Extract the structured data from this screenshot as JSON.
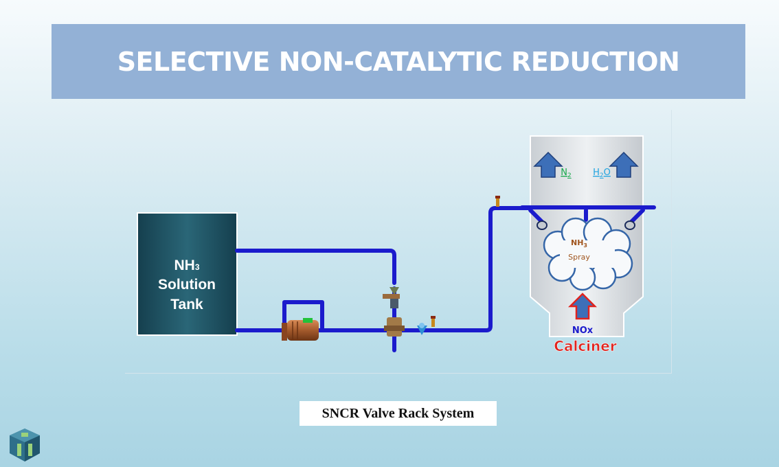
{
  "title": "SELECTIVE NON-CATALYTIC REDUCTION",
  "tank": {
    "line1": "NH",
    "sub": "3",
    "line2": "Solution",
    "line3": "Tank"
  },
  "calciner": {
    "label": "Calciner",
    "n2": {
      "main": "N",
      "sub": "2"
    },
    "h2o": {
      "pre": "H",
      "sub": "2",
      "post": "O"
    },
    "spray": {
      "main": "NH",
      "sub": "3",
      "line2": "Spray"
    },
    "nox": "NOx"
  },
  "caption": "SNCR Valve Rack System",
  "colors": {
    "pipe": "#1b1bcc",
    "tank": "#1d4f60",
    "banner": "#93b1d6",
    "calciner_label": "#e0231e",
    "n2": "#17a84b",
    "h2o": "#1fa4e0",
    "spray": "#a0551e",
    "nox": "#1b1bcc",
    "arrow_up": "#3d6fb8",
    "arrow_nox": "#e0231e"
  },
  "icons": [
    "pump-icon",
    "valve-icon",
    "flow-meter-icon",
    "pressure-gauge-icon",
    "up-arrow-icon",
    "logo-icon"
  ]
}
